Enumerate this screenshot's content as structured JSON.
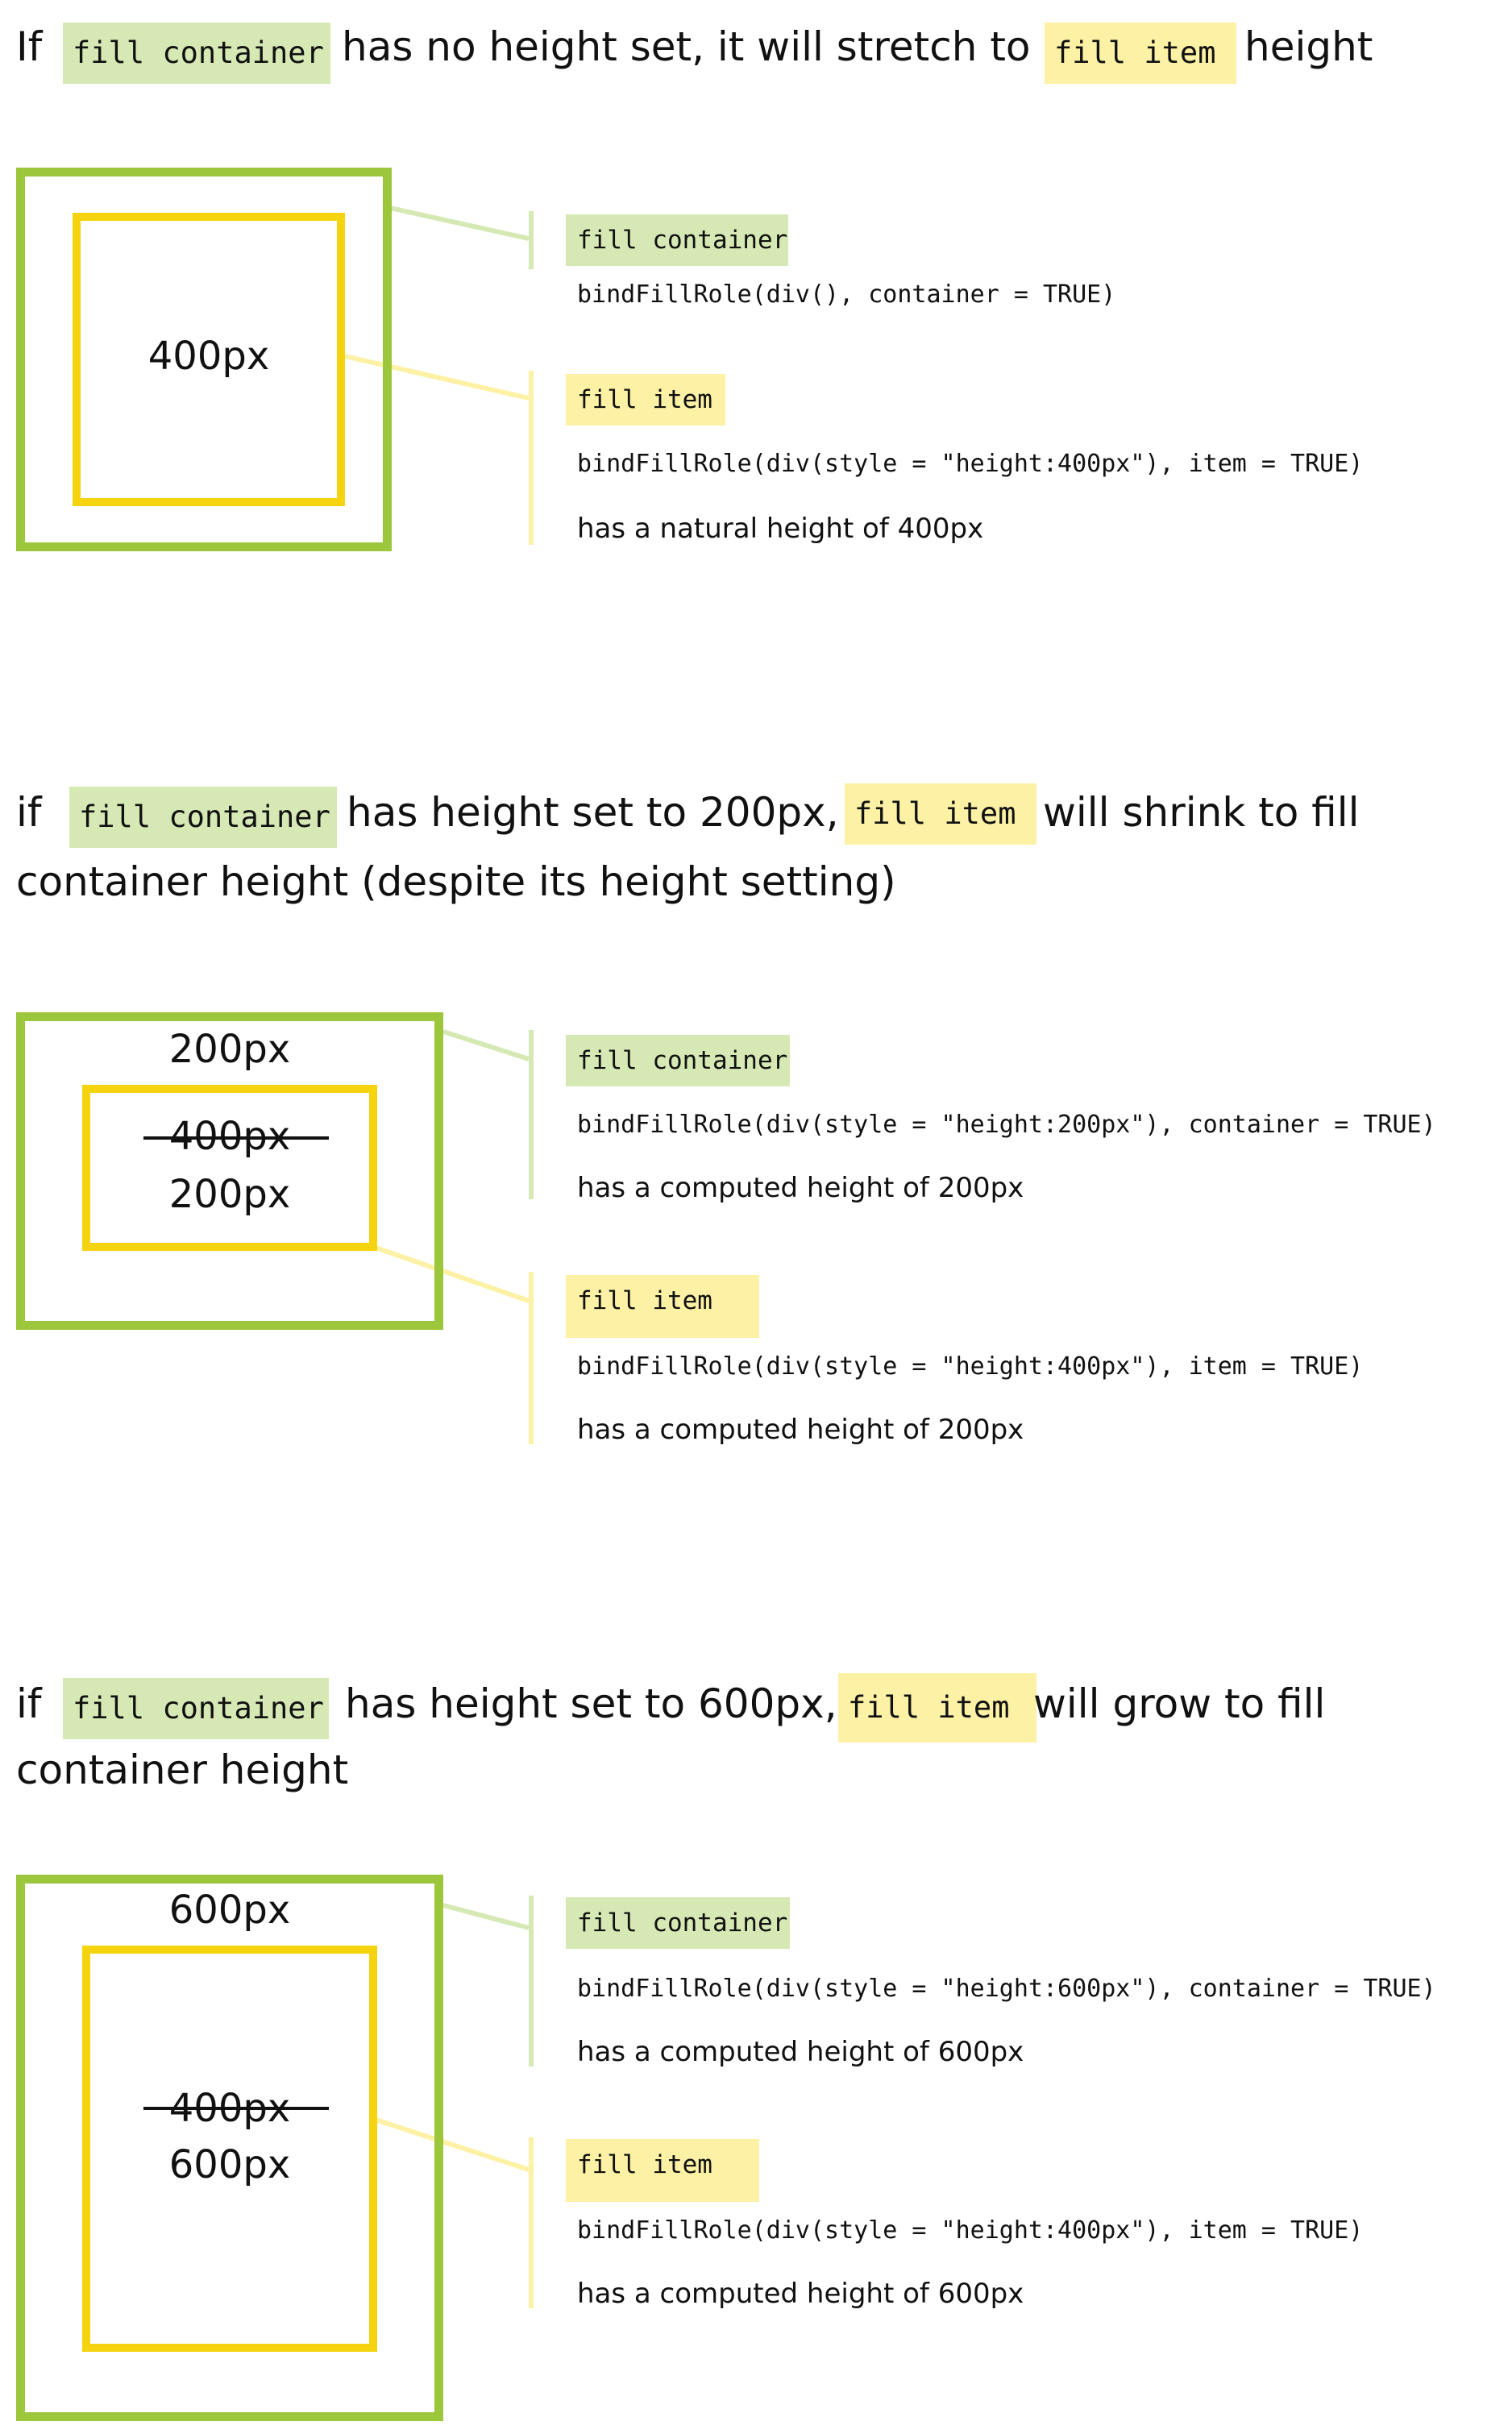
{
  "colors": {
    "container": "#9cc63b",
    "item": "#f5d30f",
    "container_tag": "#d6e9b4",
    "item_tag": "#fcf1a4"
  },
  "section1": {
    "heading_a": "If",
    "heading_tag1": "fill container",
    "heading_b": "has no height set, it will stretch to",
    "heading_tag2": "fill item",
    "heading_c": "height",
    "item_label": "400px",
    "container_tag": "fill container",
    "container_code": "bindFillRole(div(), container = TRUE)",
    "item_tag": "fill item",
    "item_code": "bindFillRole(div(style = \"height:400px\"), item = TRUE)",
    "item_note": "has a natural height of 400px"
  },
  "section2": {
    "heading_a": "if",
    "heading_tag1": "fill container",
    "heading_b": "has height set to 200px,",
    "heading_tag2": "fill item",
    "heading_c": "will shrink to fill",
    "heading_line2": "container height (despite its height setting)",
    "container_label": "200px",
    "item_label_struck": "400px",
    "item_label": "200px",
    "container_tag": "fill container",
    "container_code": "bindFillRole(div(style = \"height:200px\"), container = TRUE)",
    "container_note": "has a computed height of 200px",
    "item_tag": "fill item",
    "item_code": "bindFillRole(div(style = \"height:400px\"), item = TRUE)",
    "item_note": "has a computed height of 200px"
  },
  "section3": {
    "heading_a": "if",
    "heading_tag1": "fill container",
    "heading_b": "has height set to 600px,",
    "heading_tag2": "fill item",
    "heading_c": "will grow to fill",
    "heading_line2": "container height",
    "container_label": "600px",
    "item_label_struck": "400px",
    "item_label": "600px",
    "container_tag": "fill container",
    "container_code": "bindFillRole(div(style = \"height:600px\"), container = TRUE)",
    "container_note": "has a computed height of 600px",
    "item_tag": "fill item",
    "item_code": "bindFillRole(div(style = \"height:400px\"), item = TRUE)",
    "item_note": "has a computed height of 600px"
  }
}
